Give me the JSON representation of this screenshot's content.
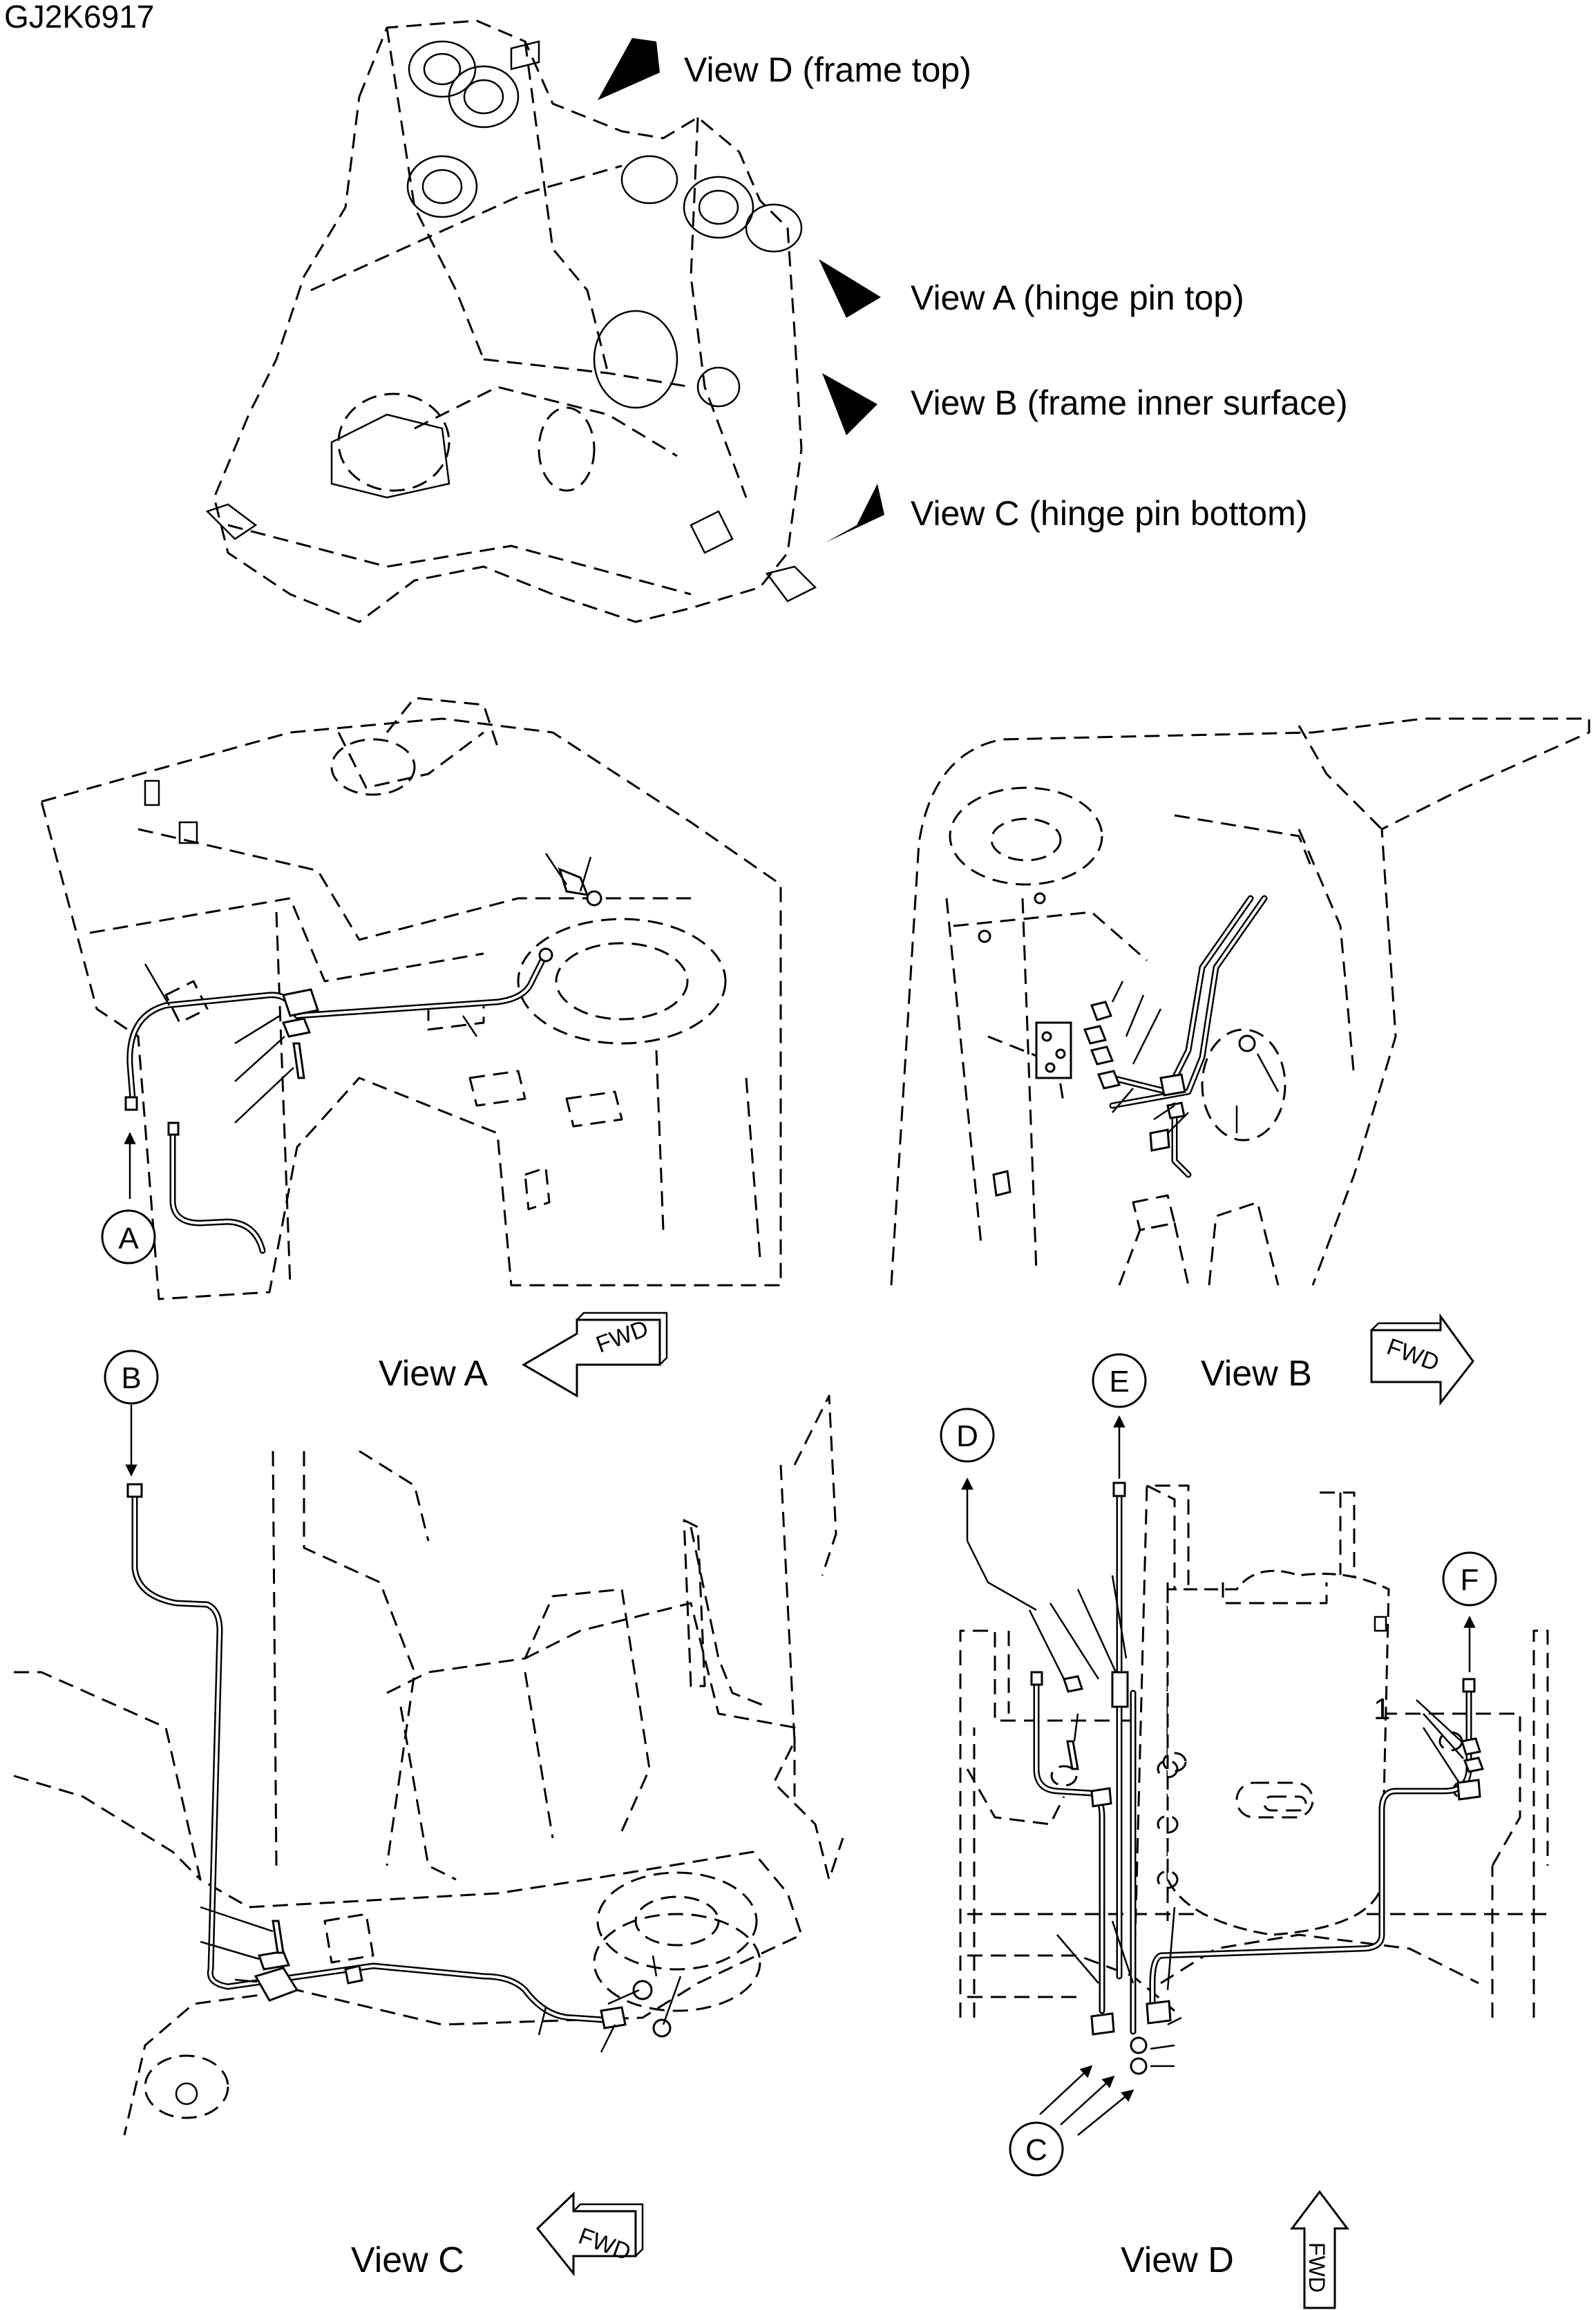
{
  "figure_id": "GJ2K6917",
  "view_callouts": [
    {
      "id": "d",
      "label": "View D (frame top)"
    },
    {
      "id": "a",
      "label": "View A (hinge pin top)"
    },
    {
      "id": "b",
      "label": "View B (frame inner surface)"
    },
    {
      "id": "c",
      "label": "View C (hinge pin bottom)"
    }
  ],
  "views": {
    "a": {
      "title": "View A",
      "circle": "A",
      "direction": "FWD"
    },
    "b": {
      "title": "View B",
      "circle": "B",
      "direction": "FWD"
    },
    "c": {
      "title": "View C",
      "circle": "C",
      "direction": "FWD"
    },
    "d": {
      "title": "View D",
      "circle_d": "D",
      "circle_e": "E",
      "circle_f": "F",
      "item": "1",
      "direction": "FWD"
    }
  }
}
